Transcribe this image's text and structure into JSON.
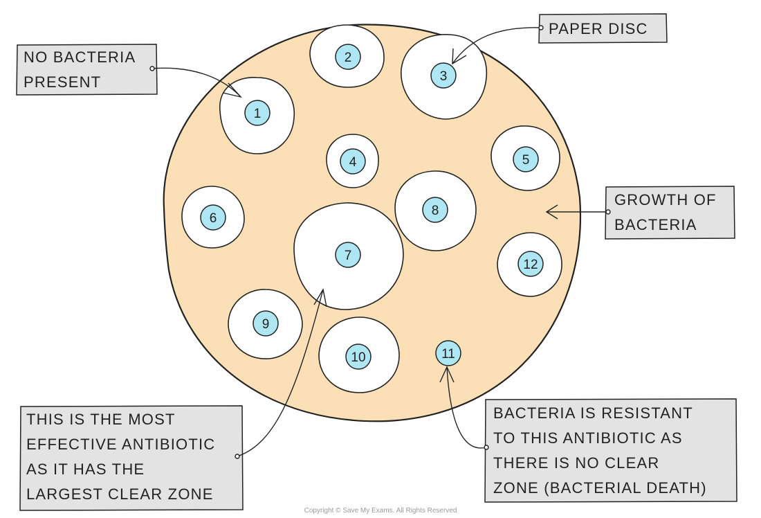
{
  "colors": {
    "agar": "#fbe0b7",
    "clear_zone": "#ffffff",
    "disc": "#aee6f4",
    "outline": "#222222",
    "label_box": "#e3e3e3"
  },
  "discs": [
    {
      "id": 1,
      "label": "1"
    },
    {
      "id": 2,
      "label": "2"
    },
    {
      "id": 3,
      "label": "3"
    },
    {
      "id": 4,
      "label": "4"
    },
    {
      "id": 5,
      "label": "5"
    },
    {
      "id": 6,
      "label": "6"
    },
    {
      "id": 7,
      "label": "7"
    },
    {
      "id": 8,
      "label": "8"
    },
    {
      "id": 9,
      "label": "9"
    },
    {
      "id": 10,
      "label": "10"
    },
    {
      "id": 11,
      "label": "11"
    },
    {
      "id": 12,
      "label": "12"
    }
  ],
  "labels": {
    "no_bacteria": {
      "lines": [
        "NO BACTERIA",
        "PRESENT"
      ]
    },
    "paper_disc": {
      "lines": [
        "PAPER DISC"
      ]
    },
    "growth": {
      "lines": [
        "GROWTH OF",
        "BACTERIA"
      ]
    },
    "most_effective": {
      "lines": [
        "THIS IS THE MOST",
        "EFFECTIVE ANTIBIOTIC",
        "AS IT HAS THE",
        "LARGEST CLEAR ZONE"
      ]
    },
    "resistant": {
      "lines": [
        "BACTERIA IS RESISTANT",
        "TO THIS ANTIBIOTIC AS",
        "THERE IS NO CLEAR",
        "ZONE (BACTERIAL DEATH)"
      ]
    }
  },
  "copyright": "Copyright © Save My Exams. All Rights Reserved"
}
